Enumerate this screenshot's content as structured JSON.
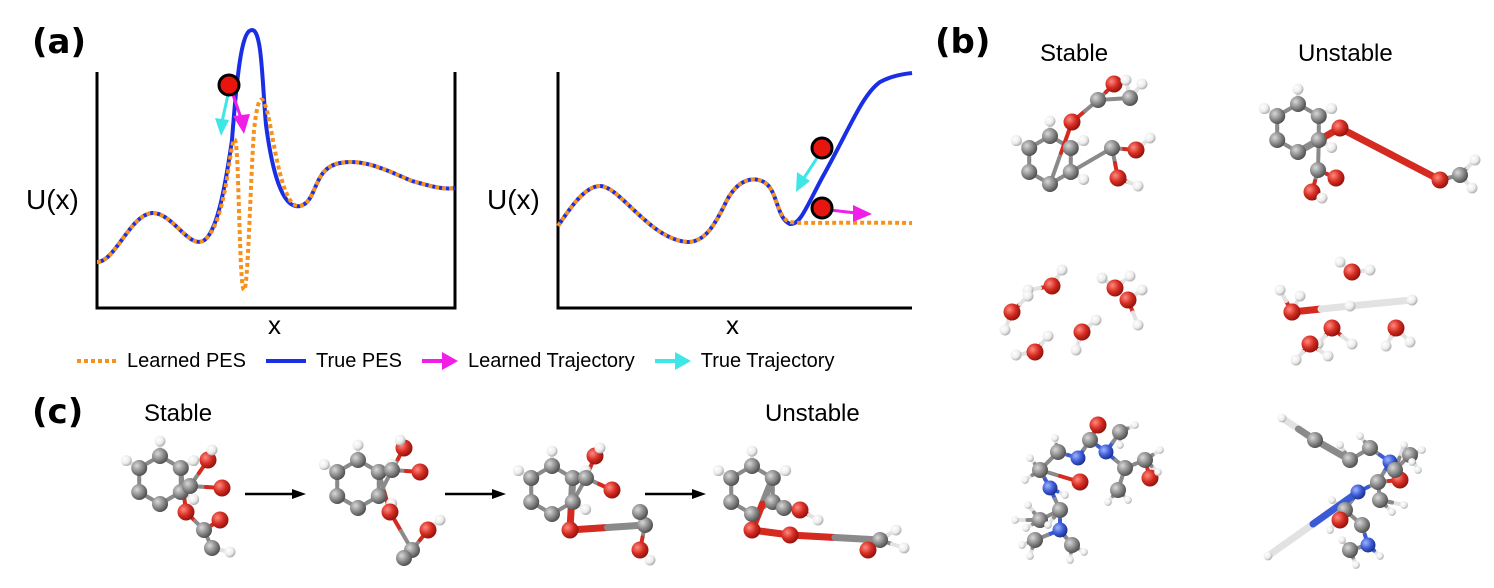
{
  "panels": {
    "a": "(a)",
    "b": "(b)",
    "c": "(c)"
  },
  "plot_left": {
    "ylabel": "U(x)",
    "xlabel": "x"
  },
  "plot_right": {
    "ylabel": "U(x)",
    "xlabel": "x"
  },
  "legend": {
    "learned_pes": "Learned PES",
    "true_pes": "True PES",
    "learned_traj": "Learned Trajectory",
    "true_traj": "True Trajectory"
  },
  "panel_b": {
    "stable": "Stable",
    "unstable": "Unstable"
  },
  "panel_c": {
    "stable": "Stable",
    "unstable": "Unstable"
  },
  "colors": {
    "true_pes": "#1a2ee6",
    "learned_pes": "#f5921e",
    "learned_traj": "#f01ee6",
    "true_traj": "#3fe6e6",
    "oxygen": "#d42a20",
    "carbon": "#8a8a8a",
    "hydrogen": "#f2f2f2",
    "nitrogen": "#3b5bd6"
  }
}
